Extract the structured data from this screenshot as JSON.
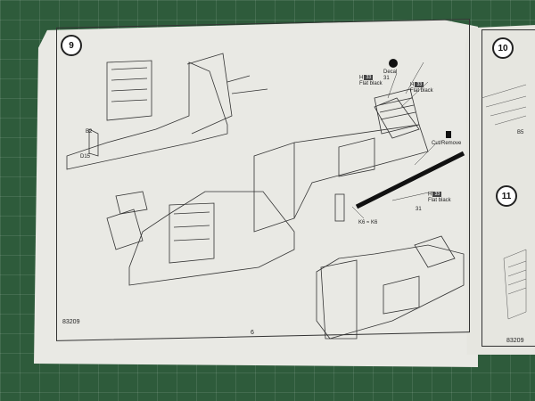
{
  "photo": {
    "subject": "Model kit instruction booklet open on green cutting mat"
  },
  "main_page": {
    "step_number": "9",
    "book_code": "83209",
    "page_number": "6",
    "callouts": {
      "h_flat_black_1": {
        "code": "H",
        "box": "33",
        "text": "Flat black"
      },
      "h_flat_black_2": {
        "code": "H",
        "box": "33",
        "text": "Flat black"
      },
      "h_flat_black_3": {
        "code": "H",
        "box": "33",
        "text": "Flat black"
      },
      "decal": {
        "line1": "Decal",
        "line2": "31"
      },
      "cut_remove": {
        "text": "Cut/Remove"
      },
      "ref_b": "B2",
      "ref_d": "D15",
      "ref_31": "31",
      "ref_kb": "K6 ≈ K6"
    }
  },
  "right_page": {
    "step_10": "10",
    "step_11": "11",
    "book_code": "83209",
    "mark_b": "B5"
  },
  "colors": {
    "mat": "#2e5b3b",
    "paper": "#e9e9e4",
    "ink": "#222222"
  }
}
